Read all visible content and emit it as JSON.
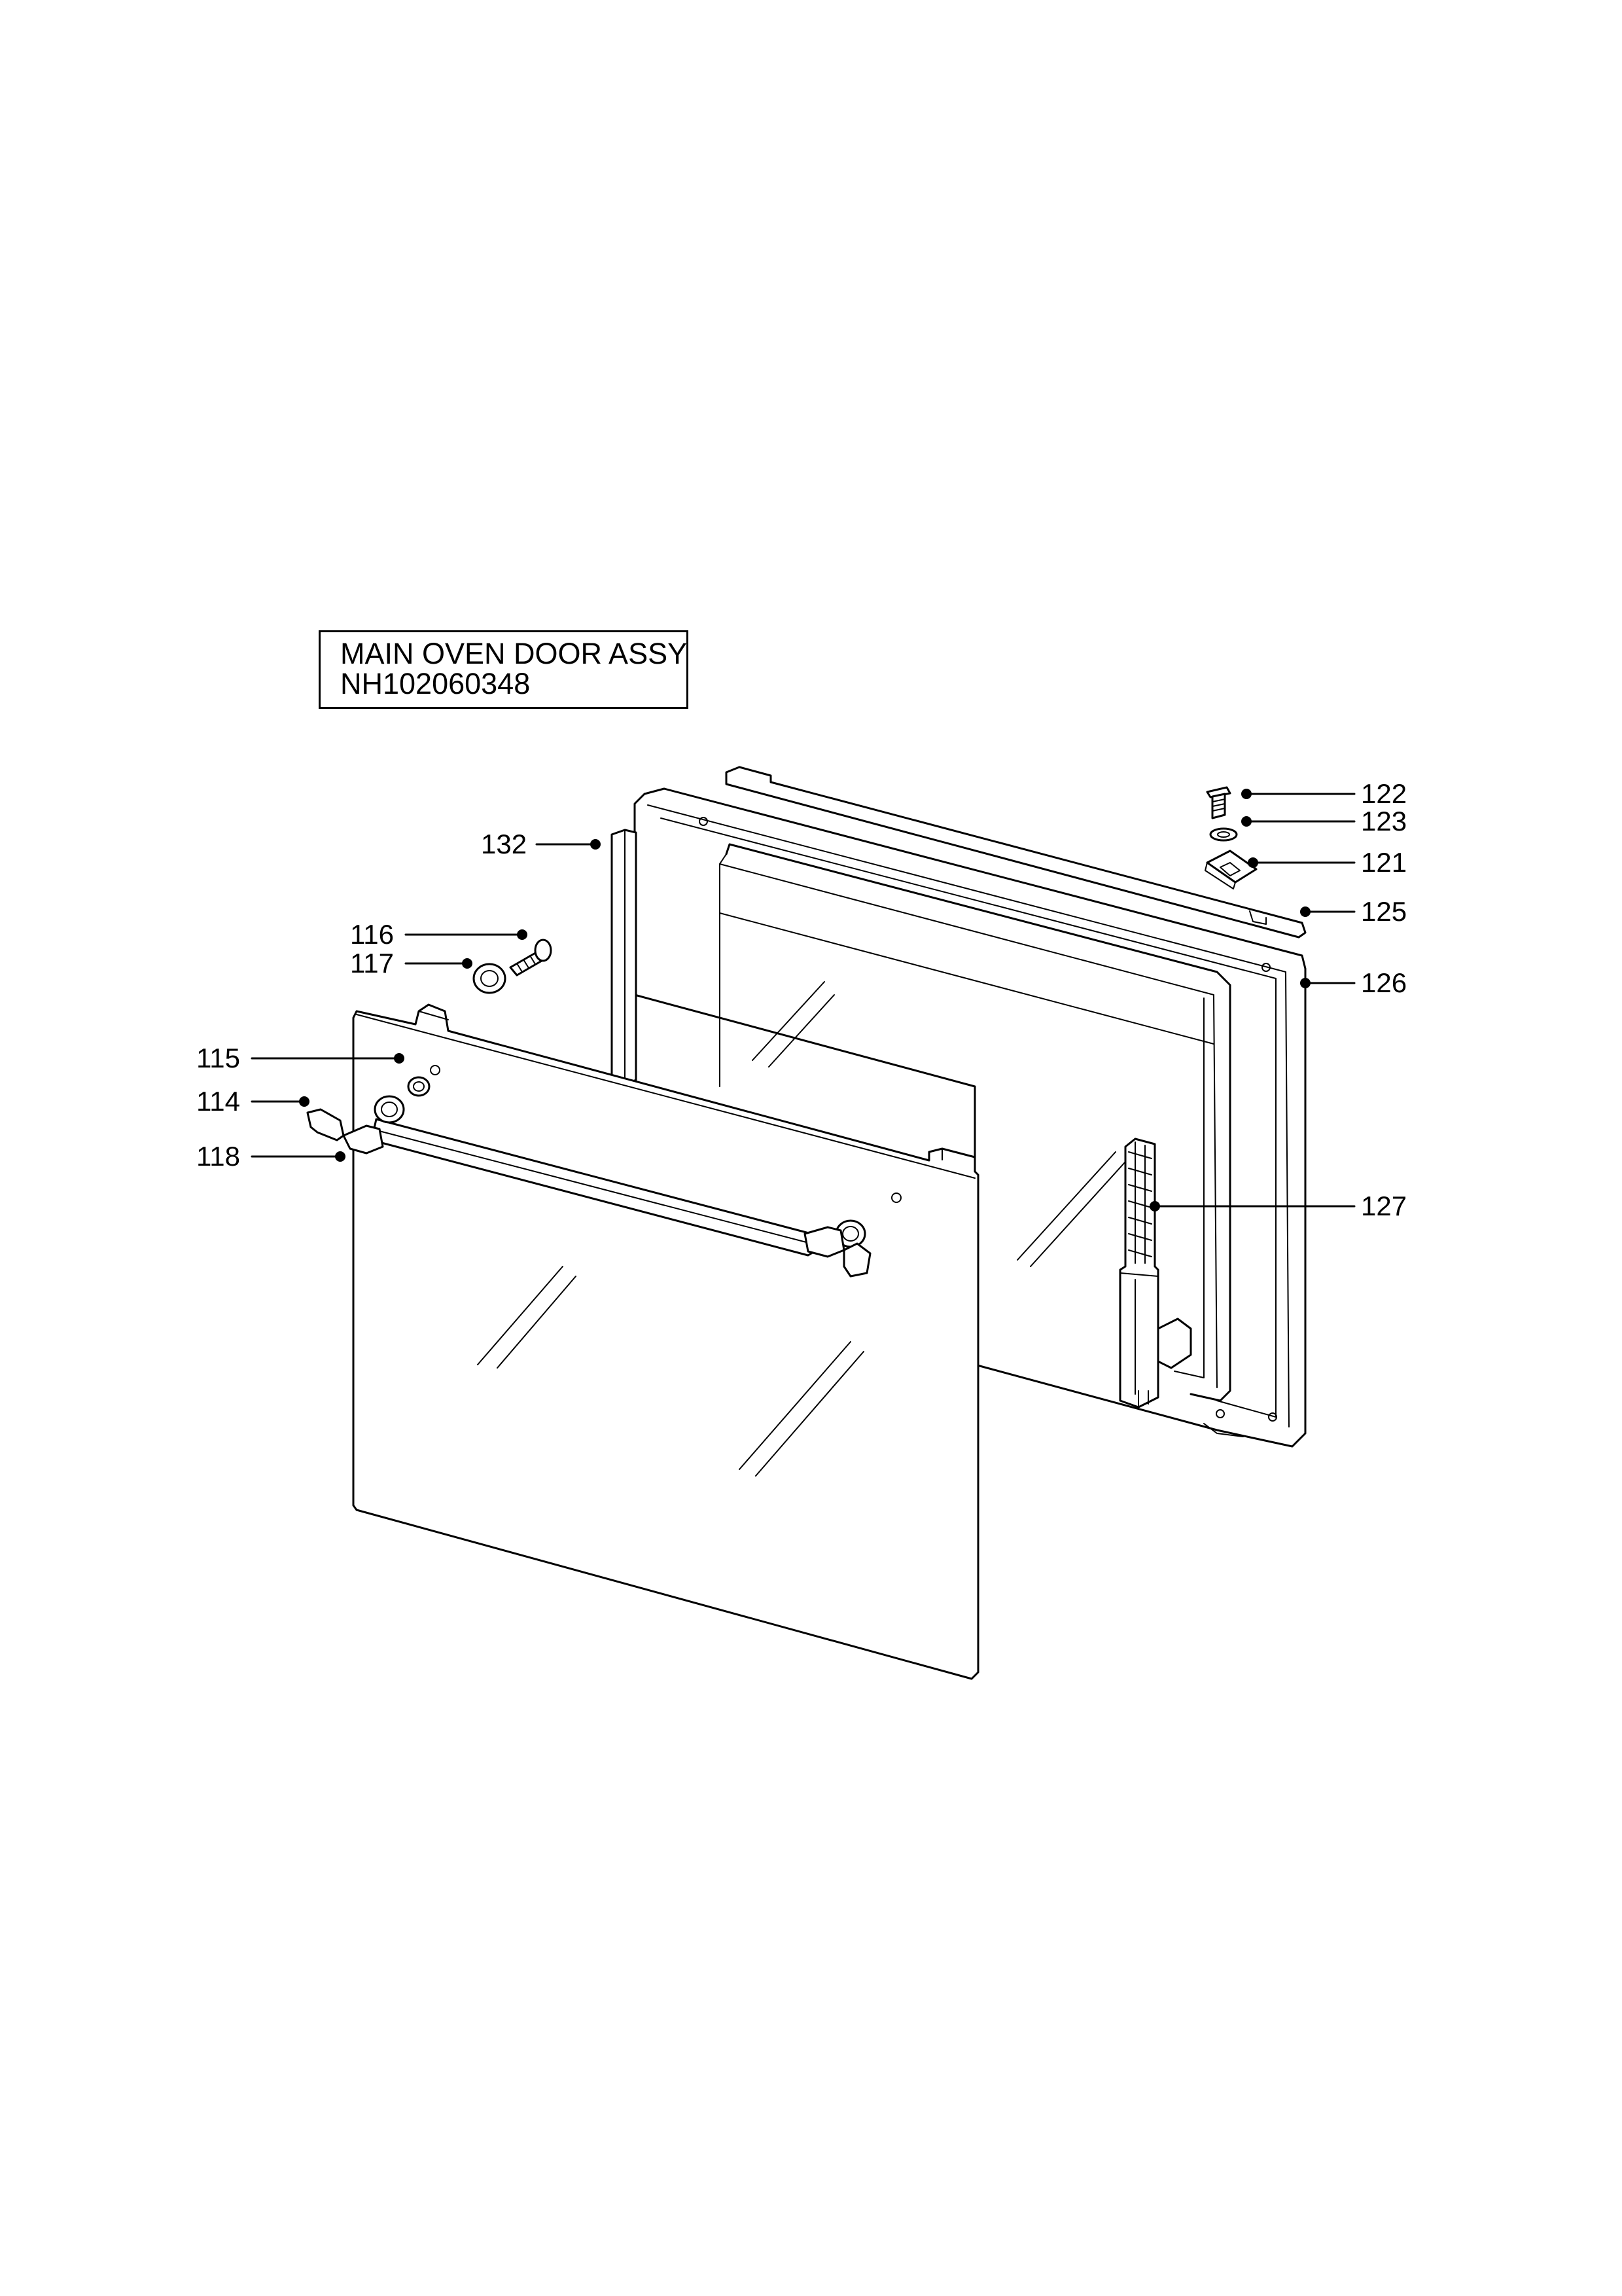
{
  "title": {
    "line1": "MAIN OVEN DOOR ASSY",
    "line2": "NH102060348"
  },
  "callouts": {
    "c122": "122",
    "c123": "123",
    "c121": "121",
    "c125": "125",
    "c126": "126",
    "c127": "127",
    "c132": "132",
    "c116": "116",
    "c117": "117",
    "c115": "115",
    "c114": "114",
    "c118": "118"
  }
}
